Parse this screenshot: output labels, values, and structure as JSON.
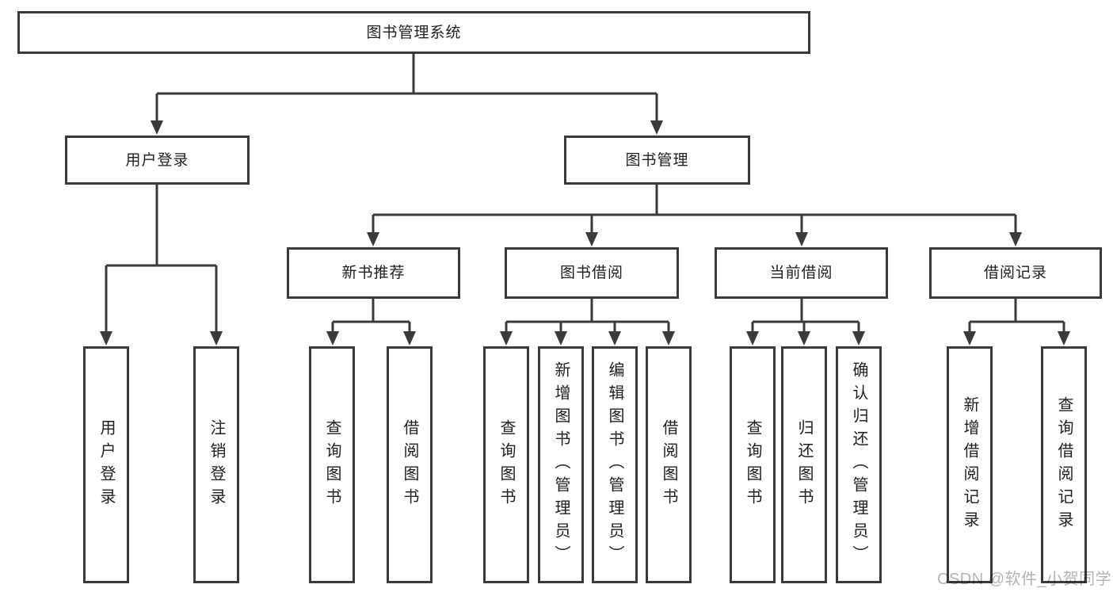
{
  "diagram": {
    "root": {
      "label": "图书管理系统"
    },
    "level2": [
      {
        "label": "用户登录"
      },
      {
        "label": "图书管理"
      }
    ],
    "login_children": [
      {
        "label": "用户登录"
      },
      {
        "label": "注销登录"
      }
    ],
    "modules": [
      {
        "label": "新书推荐",
        "children": [
          {
            "label": "查询图书"
          },
          {
            "label": "借阅图书"
          }
        ]
      },
      {
        "label": "图书借阅",
        "children": [
          {
            "label": "查询图书"
          },
          {
            "label": "新增图书（管理员）"
          },
          {
            "label": "编辑图书（管理员）"
          },
          {
            "label": "借阅图书"
          }
        ]
      },
      {
        "label": "当前借阅",
        "children": [
          {
            "label": "查询图书"
          },
          {
            "label": "归还图书"
          },
          {
            "label": "确认归还（管理员）"
          }
        ]
      },
      {
        "label": "借阅记录",
        "children": [
          {
            "label": "新增借阅记录"
          },
          {
            "label": "查询借阅记录"
          }
        ]
      }
    ]
  },
  "watermark": {
    "text": "CSDN @软件_小贺同学"
  },
  "colors": {
    "line": "#3a3a3a",
    "text": "#1f1f1f",
    "watermark": "#b4b4b4",
    "background": "#ffffff"
  }
}
